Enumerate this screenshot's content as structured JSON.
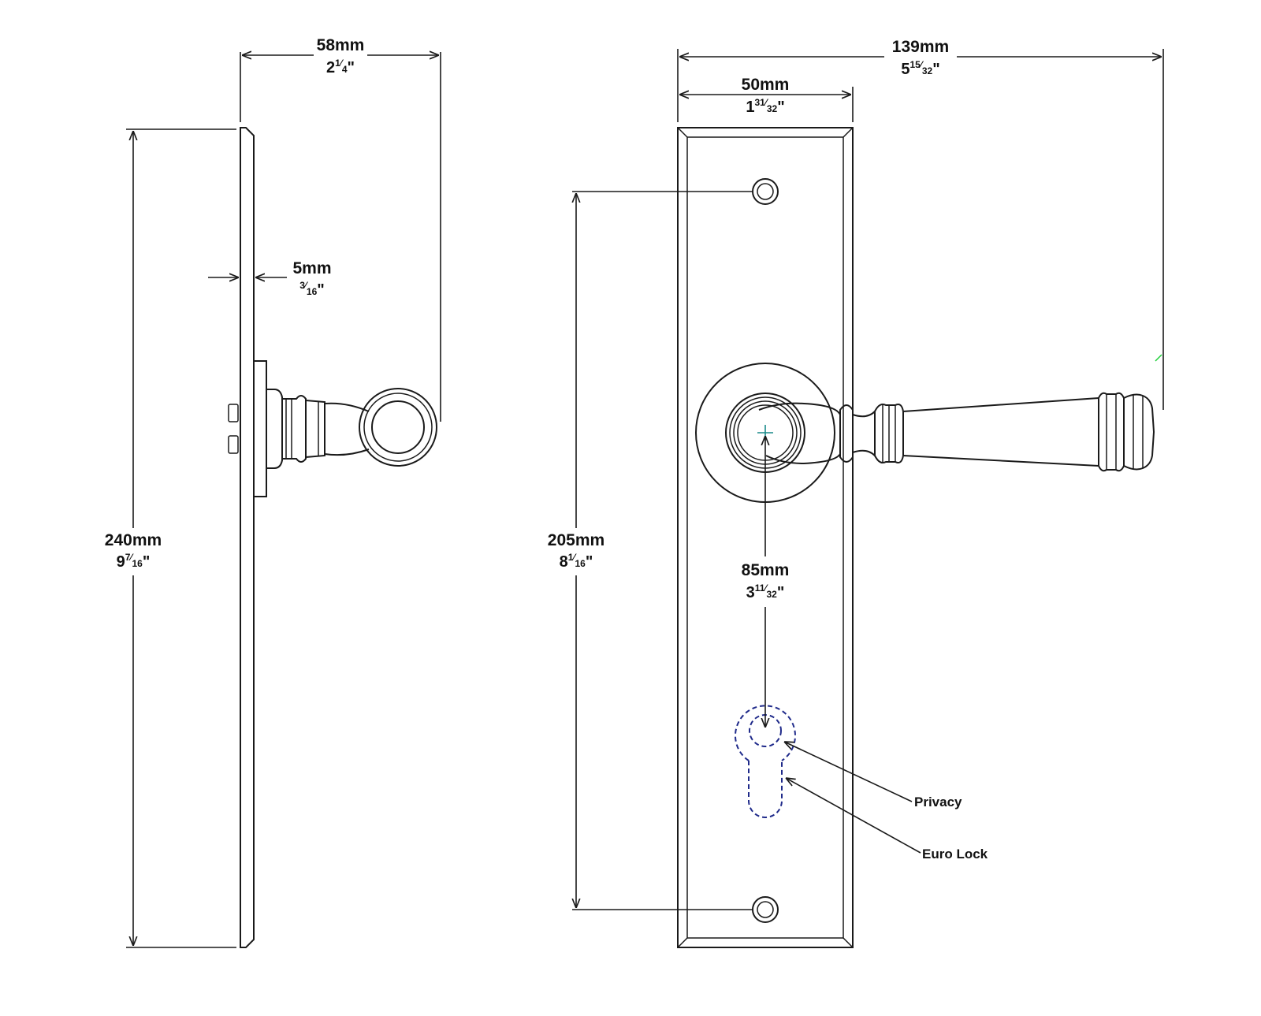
{
  "dimensions": {
    "projection_mm": "58mm",
    "projection_in": {
      "whole": "2",
      "num": "1",
      "den": "4"
    },
    "thickness_mm": "5mm",
    "thickness_in": {
      "whole": "",
      "num": "3",
      "den": "16"
    },
    "height_mm": "240mm",
    "height_in": {
      "whole": "9",
      "num": "7",
      "den": "16"
    },
    "overall_width_mm": "139mm",
    "overall_width_in": {
      "whole": "5",
      "num": "15",
      "den": "32"
    },
    "plate_width_mm": "50mm",
    "plate_width_in": {
      "whole": "1",
      "num": "31",
      "den": "32"
    },
    "fixing_centres_mm": "205mm",
    "fixing_centres_in": {
      "whole": "8",
      "num": "1",
      "den": "16"
    },
    "backset_mm": "85mm",
    "backset_in": {
      "whole": "3",
      "num": "11",
      "den": "32"
    }
  },
  "callouts": {
    "privacy": "Privacy",
    "euro_lock": "Euro Lock"
  },
  "inch_mark": "\"",
  "colors": {
    "line": "#1a1a1a",
    "cutout": "#1f2a8a",
    "center_mark": "#1a8a8a"
  }
}
